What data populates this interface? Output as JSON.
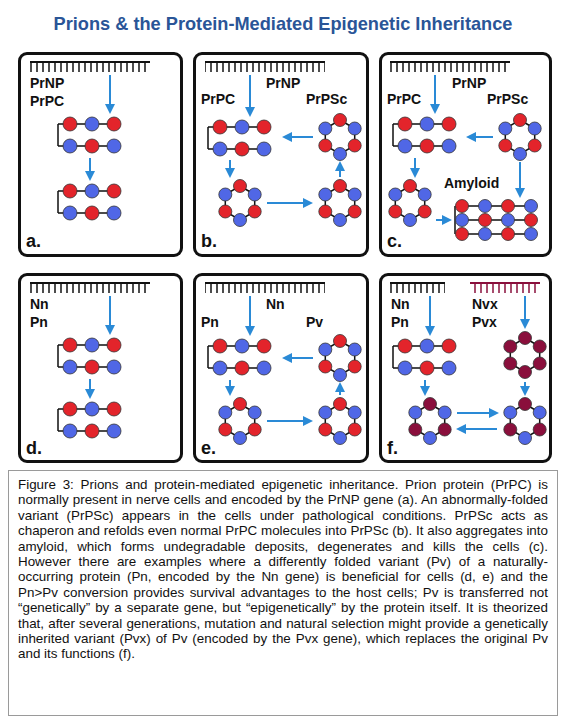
{
  "diagram": {
    "title": "Prions & the Protein-Mediated Epigenetic Inheritance",
    "caption": "Figure 3: Prions and protein-mediated epigenetic inheritance. Prion protein (PrPC) is normally present in nerve cells and encoded by the PrNP gene (a). An abnormally-folded variant (PrPSc) appears in the cells under pathological conditions. PrPSc acts as chaperon and refolds even normal PrPC molecules into PrPSc (b). It also aggregates into amyloid, which forms undegradable deposits, degenerates and kills the cells (c). However there are examples where a differently folded variant (Pv) of a naturally-occurring protein (Pn, encoded by the Nn gene) is beneficial for cells (d, e) and the Pn>Pv conversion provides survival advantages to the host cells; Pv is transferred not “genetically” by a separate gene, but “epigenetically” by the protein itself. It is theorized that, after several generations, mutation and natural selection might provide a genetically inherited variant (Pvx) of Pv (encoded by the Pvx gene), which replaces the original Pv and its functions (f).",
    "nodes": [
      {
        "text": [
          "PrNP",
          "PrPC",
          "a."
        ]
      },
      {
        "text": [
          "PrNP",
          "PrPC",
          "PrPSc",
          "b."
        ]
      },
      {
        "text": [
          "PrNP",
          "PrPC",
          "PrPSc",
          "Amyloid",
          "c."
        ]
      },
      {
        "text": [
          "Nn",
          "Pn",
          "d."
        ]
      },
      {
        "text": [
          "Nn",
          "Pn",
          "Pv",
          "e."
        ]
      },
      {
        "text": [
          "Nn",
          "Nvx",
          "Pn",
          "Pvx",
          "f."
        ]
      }
    ]
  }
}
